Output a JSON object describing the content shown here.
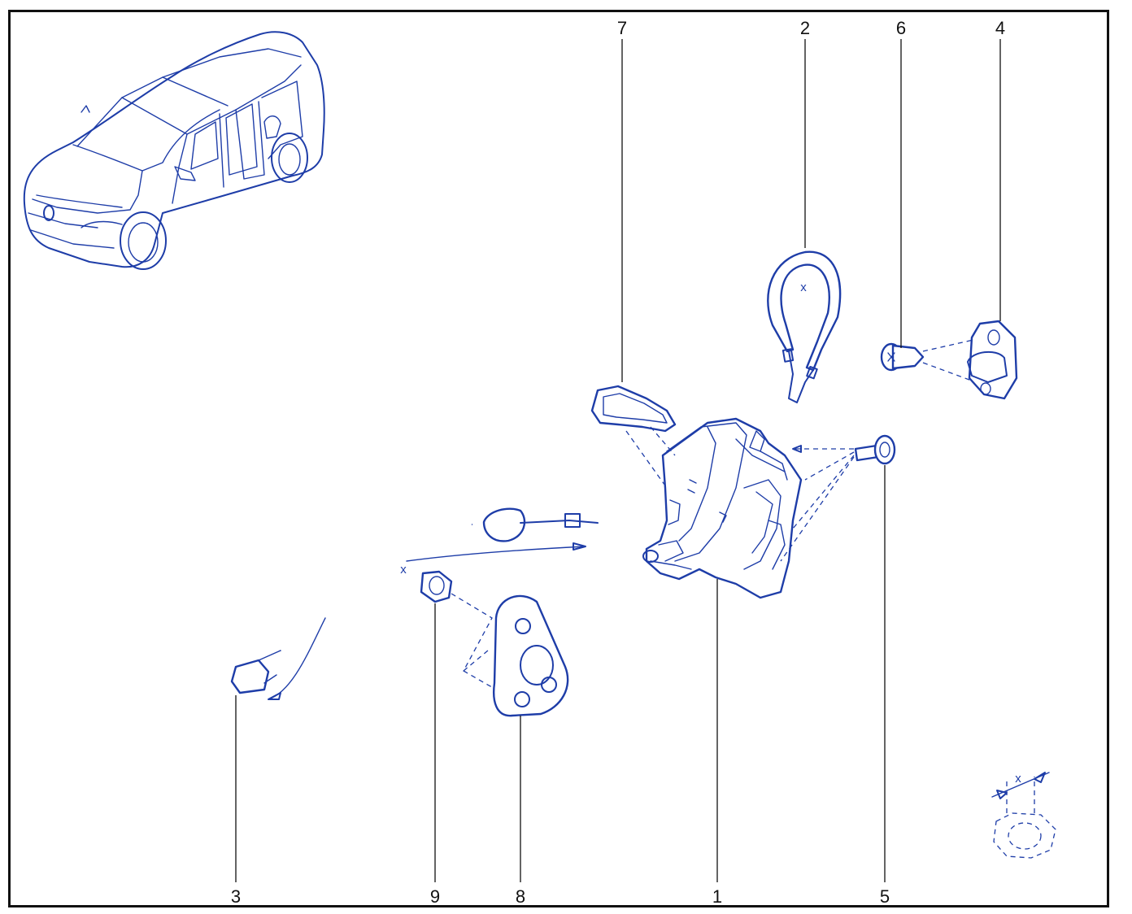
{
  "callouts": {
    "c1": "1",
    "c2": "2",
    "c3": "3",
    "c4": "4",
    "c5": "5",
    "c6": "6",
    "c7": "7",
    "c8": "8",
    "c9": "9"
  },
  "dimension_marks": {
    "cable_length": "x",
    "gasket_size": "x",
    "nut_across_flats": "x"
  },
  "colors": {
    "line": "#1e3da8",
    "frame": "#111111",
    "background": "#ffffff"
  },
  "icons": {
    "vehicle": "minivan-outline-icon",
    "lock_mechanism": "door-lock-mechanism-icon",
    "cable": "release-cable-icon",
    "gasket": "rubber-seal-icon",
    "striker": "striker-plate-icon",
    "screw": "torx-screw-icon",
    "bolt": "bolt-icon",
    "nut": "nut-icon",
    "plate": "mounting-plate-icon",
    "nut_symbol": "nut-across-flats-symbol-icon"
  }
}
